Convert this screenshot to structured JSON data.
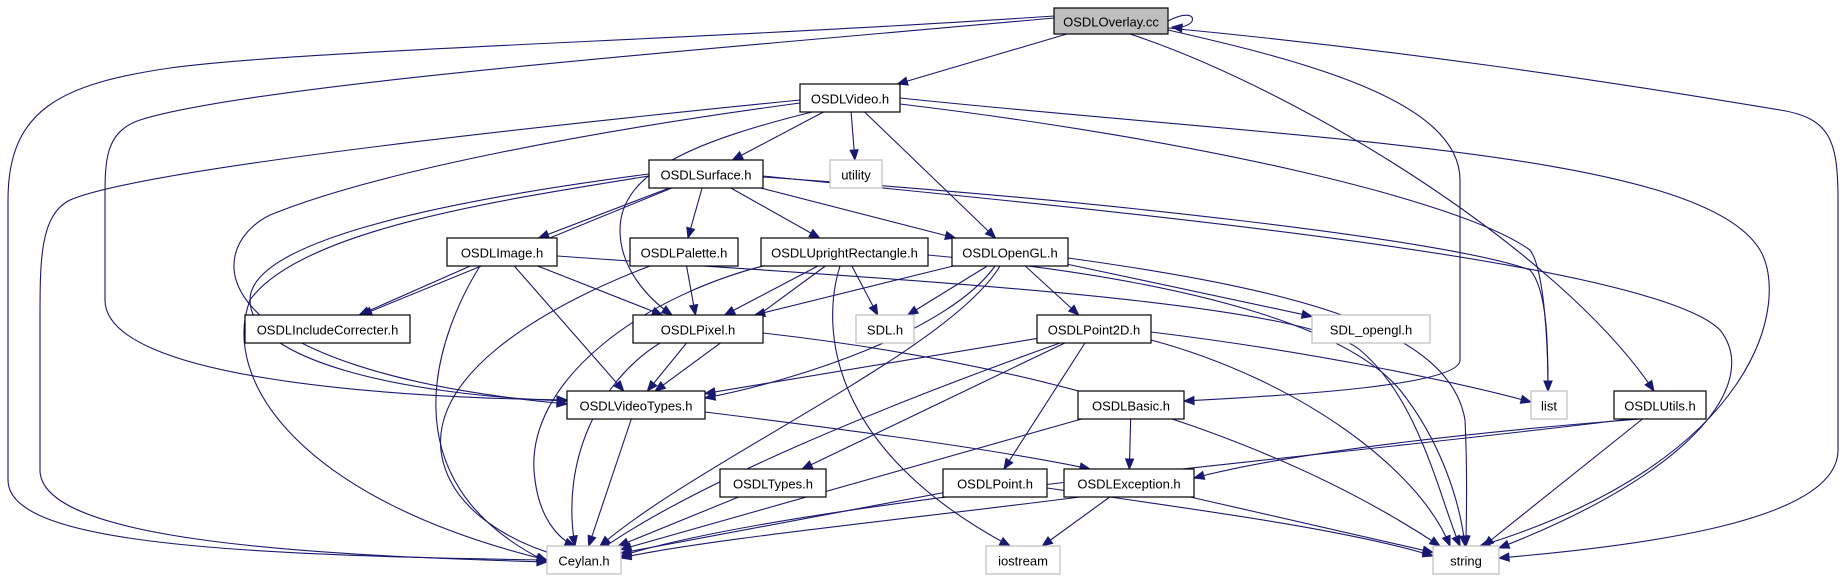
{
  "nodes": [
    {
      "id": "root",
      "label": "OSDLOverlay.cc"
    },
    {
      "id": "video",
      "label": "OSDLVideo.h"
    },
    {
      "id": "utility",
      "label": "utility"
    },
    {
      "id": "surface",
      "label": "OSDLSurface.h"
    },
    {
      "id": "image",
      "label": "OSDLImage.h"
    },
    {
      "id": "palette",
      "label": "OSDLPalette.h"
    },
    {
      "id": "urect",
      "label": "OSDLUprightRectangle.h"
    },
    {
      "id": "opengl",
      "label": "OSDLOpenGL.h"
    },
    {
      "id": "inccorr",
      "label": "OSDLIncludeCorrecter.h"
    },
    {
      "id": "pixel",
      "label": "OSDLPixel.h"
    },
    {
      "id": "sdl",
      "label": "SDL.h"
    },
    {
      "id": "point2d",
      "label": "OSDLPoint2D.h"
    },
    {
      "id": "sdlgl",
      "label": "SDL_opengl.h"
    },
    {
      "id": "videotypes",
      "label": "OSDLVideoTypes.h"
    },
    {
      "id": "basic",
      "label": "OSDLBasic.h"
    },
    {
      "id": "list",
      "label": "list"
    },
    {
      "id": "utils",
      "label": "OSDLUtils.h"
    },
    {
      "id": "types",
      "label": "OSDLTypes.h"
    },
    {
      "id": "point",
      "label": "OSDLPoint.h"
    },
    {
      "id": "exception",
      "label": "OSDLException.h"
    },
    {
      "id": "ceylan",
      "label": "Ceylan.h"
    },
    {
      "id": "iostream",
      "label": "iostream"
    },
    {
      "id": "string",
      "label": "string"
    }
  ],
  "edges": [
    [
      "root",
      "root"
    ],
    [
      "root",
      "video"
    ],
    [
      "root",
      "videotypes"
    ],
    [
      "root",
      "ceylan"
    ],
    [
      "root",
      "string"
    ],
    [
      "root",
      "basic"
    ],
    [
      "root",
      "utils"
    ],
    [
      "video",
      "surface"
    ],
    [
      "video",
      "utility"
    ],
    [
      "video",
      "opengl"
    ],
    [
      "video",
      "pixel"
    ],
    [
      "video",
      "videotypes"
    ],
    [
      "video",
      "ceylan"
    ],
    [
      "video",
      "list"
    ],
    [
      "video",
      "string"
    ],
    [
      "surface",
      "image"
    ],
    [
      "surface",
      "palette"
    ],
    [
      "surface",
      "urect"
    ],
    [
      "surface",
      "opengl"
    ],
    [
      "surface",
      "inccorr"
    ],
    [
      "surface",
      "videotypes"
    ],
    [
      "surface",
      "ceylan"
    ],
    [
      "surface",
      "list"
    ],
    [
      "surface",
      "string"
    ],
    [
      "image",
      "inccorr"
    ],
    [
      "image",
      "pixel"
    ],
    [
      "image",
      "videotypes"
    ],
    [
      "image",
      "ceylan"
    ],
    [
      "image",
      "string"
    ],
    [
      "palette",
      "pixel"
    ],
    [
      "palette",
      "ceylan"
    ],
    [
      "urect",
      "pixel"
    ],
    [
      "urect",
      "sdl"
    ],
    [
      "urect",
      "videotypes"
    ],
    [
      "urect",
      "ceylan"
    ],
    [
      "urect",
      "iostream"
    ],
    [
      "urect",
      "string"
    ],
    [
      "opengl",
      "pixel"
    ],
    [
      "opengl",
      "sdl"
    ],
    [
      "opengl",
      "sdlgl"
    ],
    [
      "opengl",
      "point2d"
    ],
    [
      "opengl",
      "videotypes"
    ],
    [
      "opengl",
      "ceylan"
    ],
    [
      "opengl",
      "string"
    ],
    [
      "pixel",
      "videotypes"
    ],
    [
      "pixel",
      "ceylan"
    ],
    [
      "pixel",
      "string"
    ],
    [
      "point2d",
      "videotypes"
    ],
    [
      "point2d",
      "list"
    ],
    [
      "point2d",
      "types"
    ],
    [
      "point2d",
      "point"
    ],
    [
      "point2d",
      "ceylan"
    ],
    [
      "point2d",
      "string"
    ],
    [
      "videotypes",
      "exception"
    ],
    [
      "videotypes",
      "ceylan"
    ],
    [
      "basic",
      "exception"
    ],
    [
      "basic",
      "ceylan"
    ],
    [
      "utils",
      "exception"
    ],
    [
      "utils",
      "ceylan"
    ],
    [
      "utils",
      "string"
    ],
    [
      "types",
      "ceylan"
    ],
    [
      "point",
      "ceylan"
    ],
    [
      "point",
      "string"
    ],
    [
      "exception",
      "ceylan"
    ],
    [
      "exception",
      "iostream"
    ],
    [
      "exception",
      "string"
    ]
  ],
  "colors": {
    "edge": "#191970",
    "root_fill": "#bfbfbf",
    "node_border": "#000000",
    "external_border": "#bfbfbf"
  }
}
